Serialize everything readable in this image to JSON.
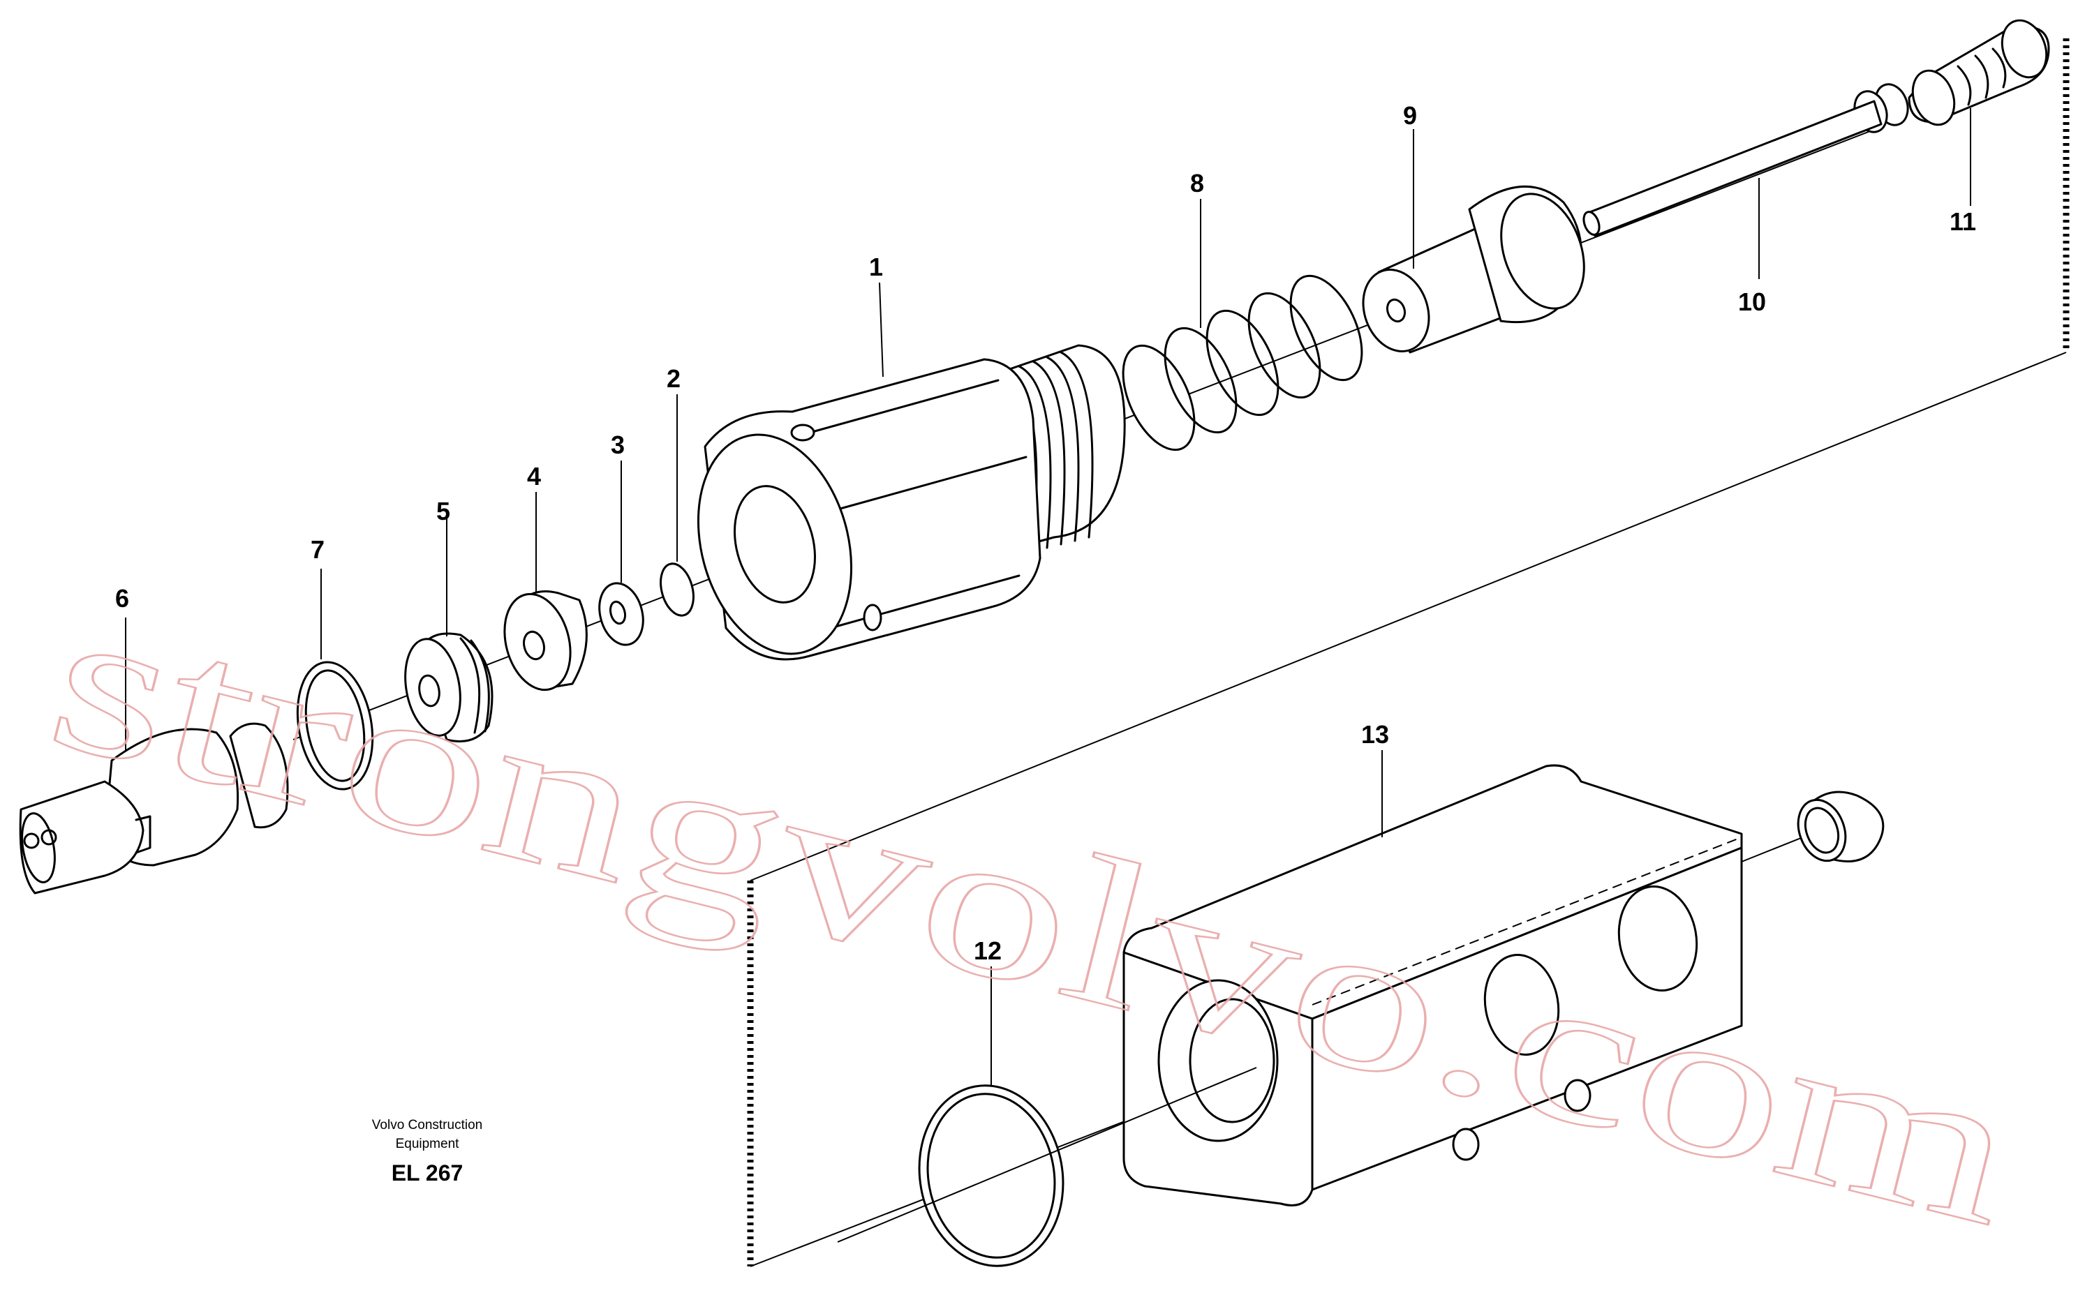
{
  "diagram": {
    "callouts": [
      {
        "id": "1",
        "label": "1"
      },
      {
        "id": "2",
        "label": "2"
      },
      {
        "id": "3",
        "label": "3"
      },
      {
        "id": "4",
        "label": "4"
      },
      {
        "id": "5",
        "label": "5"
      },
      {
        "id": "6",
        "label": "6"
      },
      {
        "id": "7",
        "label": "7"
      },
      {
        "id": "8",
        "label": "8"
      },
      {
        "id": "9",
        "label": "9"
      },
      {
        "id": "10",
        "label": "10"
      },
      {
        "id": "11",
        "label": "11"
      },
      {
        "id": "12",
        "label": "12"
      },
      {
        "id": "13",
        "label": "13"
      }
    ],
    "publisher_line1": "Volvo Construction",
    "publisher_line2": "Equipment",
    "figure_code": "EL 267",
    "watermark": "strongvolvo.com"
  },
  "colors": {
    "line": "#000000",
    "background": "#ffffff",
    "watermark": "#e8a7a7"
  }
}
